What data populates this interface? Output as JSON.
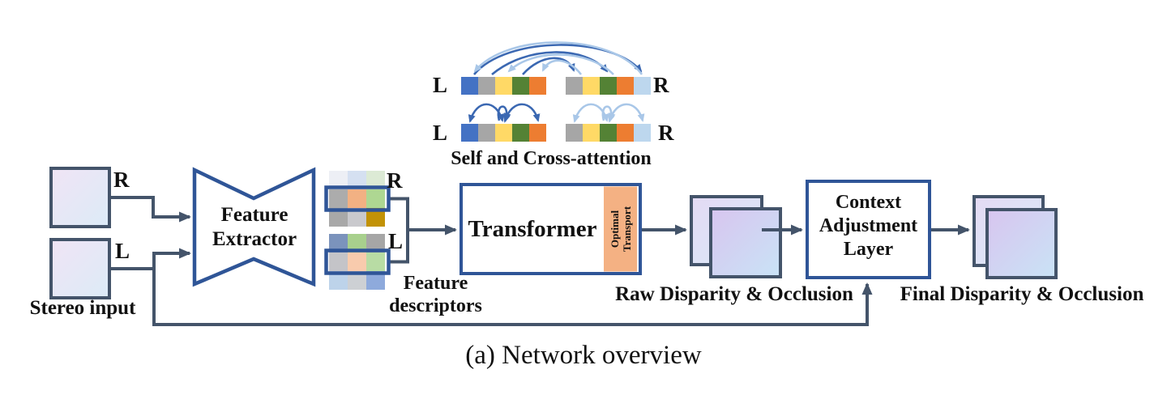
{
  "figure_caption": "(a) Network overview",
  "colors": {
    "wire": "#44546A",
    "box_border": "#2F5597",
    "io_grad": [
      "#F0E4F5",
      "#DCEBF7"
    ],
    "map_back_grad": [
      "#E4DAF4",
      "#D8EAF8"
    ],
    "map_front_grad": [
      "#D8C5EF",
      "#C9E3F6"
    ]
  },
  "attention": {
    "caption": "Self and Cross-attention",
    "left_label": "L",
    "right_label": "R",
    "arc_dark": "#3B68B2",
    "arc_light": "#A9C7E8",
    "left_strip": [
      "#4472C4",
      "#A6A6A6",
      "#FFD966",
      "#548235",
      "#ED7D31"
    ],
    "right_strip": [
      "#A6A6A6",
      "#FFD966",
      "#548235",
      "#ED7D31",
      "#BDD7EE"
    ]
  },
  "stereo": {
    "caption": "Stereo input",
    "right_label": "R",
    "left_label": "L"
  },
  "feature_extractor": {
    "line1": "Feature",
    "line2": "Extractor"
  },
  "descriptors": {
    "caption_line1": "Feature",
    "caption_line2": "descriptors",
    "right_label": "R",
    "left_label": "L",
    "right_rows": [
      [
        "#EDEFF5",
        "#D5E0F1",
        "#DCEAD5"
      ],
      [
        "#ACACAC",
        "#F2B183",
        "#AED792"
      ],
      [
        "#A8A8A8",
        "#C9C9CD",
        "#C29206"
      ]
    ],
    "left_rows": [
      [
        "#7B93BC",
        "#A8D08D",
        "#A6A6A6"
      ],
      [
        "#C4C4C8",
        "#F8CBAD",
        "#B8DCA4"
      ],
      [
        "#BDD3EA",
        "#CDD0D4",
        "#8EAADC"
      ]
    ]
  },
  "transformer": {
    "label": "Transformer",
    "strip_color": "#F4B183",
    "optimal_transport_line1": "Optimal",
    "optimal_transport_line2": "Transport"
  },
  "raw_output": {
    "caption": "Raw Disparity & Occlusion"
  },
  "context_layer": {
    "line1": "Context",
    "line2": "Adjustment",
    "line3": "Layer"
  },
  "final_output": {
    "caption": "Final Disparity & Occlusion"
  }
}
